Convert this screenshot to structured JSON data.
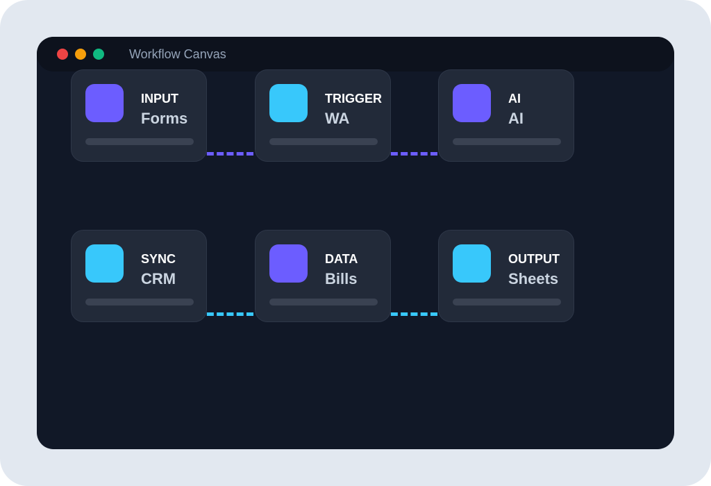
{
  "window": {
    "title": "Workflow Canvas",
    "controls": [
      {
        "name": "close",
        "color": "#ef4444"
      },
      {
        "name": "minimize",
        "color": "#f59e0b"
      },
      {
        "name": "maximize",
        "color": "#10b981"
      }
    ]
  },
  "colors": {
    "purple": "#6c5dff",
    "cyan": "#38c8fb",
    "canvas": "#111827",
    "card": "#222a39"
  },
  "nodes": [
    {
      "category": "INPUT",
      "name": "Forms",
      "icon_color": "#6c5dff"
    },
    {
      "category": "TRIGGER",
      "name": "WA",
      "icon_color": "#38c8fb"
    },
    {
      "category": "AI",
      "name": "AI",
      "icon_color": "#6c5dff"
    },
    {
      "category": "SYNC",
      "name": "CRM",
      "icon_color": "#38c8fb"
    },
    {
      "category": "DATA",
      "name": "Bills",
      "icon_color": "#6c5dff"
    },
    {
      "category": "OUTPUT",
      "name": "Sheets",
      "icon_color": "#38c8fb"
    }
  ],
  "connections": [
    {
      "from": "Forms",
      "to": "WA",
      "color": "#6c5dff"
    },
    {
      "from": "WA",
      "to": "AI",
      "color": "#6c5dff"
    },
    {
      "from": "CRM",
      "to": "Bills",
      "color": "#38c8fb"
    },
    {
      "from": "Bills",
      "to": "Sheets",
      "color": "#38c8fb"
    }
  ]
}
